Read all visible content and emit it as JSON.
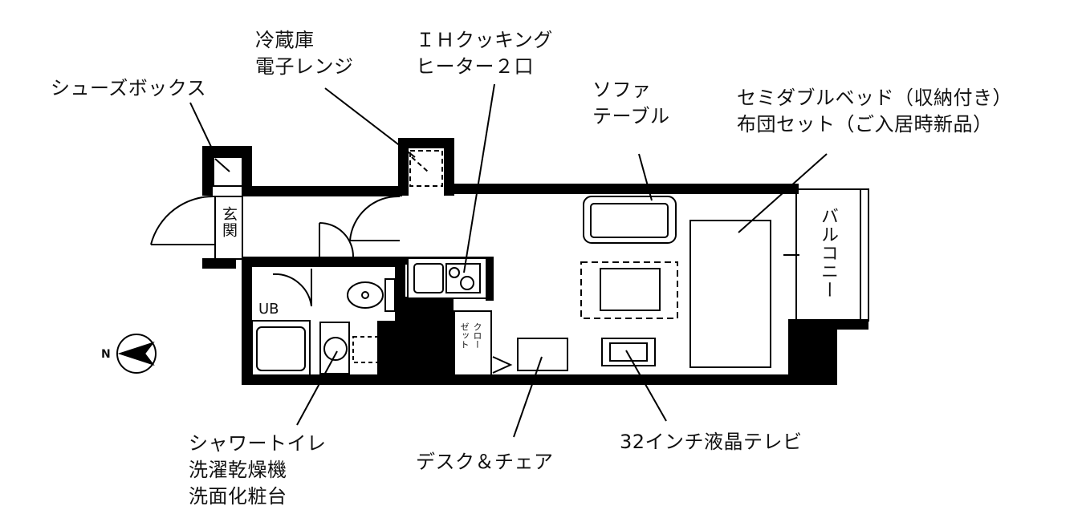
{
  "labels": {
    "shoebox": "シューズボックス",
    "fridge": [
      "冷蔵庫",
      "電子レンジ"
    ],
    "ih": [
      "ＩＨクッキング",
      "ヒーター２口"
    ],
    "sofa": [
      "ソファ",
      "テーブル"
    ],
    "bed": [
      "セミダブルベッド（収納付き）",
      "布団セット（ご入居時新品）"
    ],
    "shower": [
      "シャワートイレ",
      "洗濯乾燥機",
      "洗面化粧台"
    ],
    "desk": "デスク＆チェア",
    "tv": "32インチ液晶テレビ"
  },
  "rooms": {
    "entrance": "玄関",
    "unit_bath": "UB",
    "balcony": "バルコニー",
    "closet_col1": "クロー",
    "closet_col2": "ゼット"
  },
  "compass": {
    "label": "N"
  }
}
